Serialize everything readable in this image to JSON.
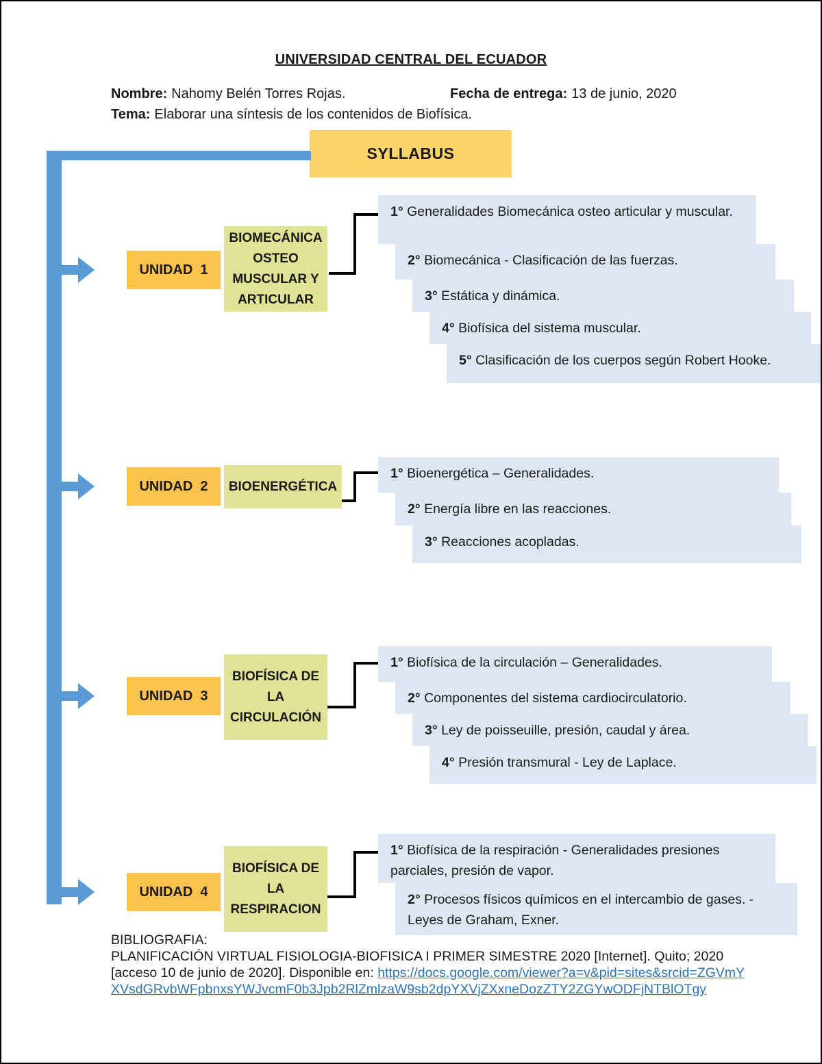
{
  "header": {
    "title": "UNIVERSIDAD CENTRAL DEL ECUADOR",
    "nombre_label": "Nombre:",
    "nombre_value": "Nahomy Belén Torres Rojas.",
    "fecha_label": "Fecha de entrega:",
    "fecha_value": "13 de junio, 2020",
    "tema_label": "Tema:",
    "tema_value": "Elaborar una síntesis de los contenidos de Biofísica."
  },
  "diagram": {
    "root": "SYLLABUS",
    "units": [
      {
        "label": "UNIDAD  1",
        "topic": "BIOMECÁNICA OSTEO MUSCULAR Y ARTICULAR",
        "items": [
          {
            "num": "1°",
            "text": "Generalidades Biomecánica osteo articular y muscular."
          },
          {
            "num": "2°",
            "text": "Biomecánica - Clasificación de las fuerzas."
          },
          {
            "num": "3°",
            "text": "Estática y dinámica."
          },
          {
            "num": "4°",
            "text": "Biofísica del sistema muscular."
          },
          {
            "num": "5°",
            "text": "Clasificación de los cuerpos según Robert Hooke."
          }
        ]
      },
      {
        "label": "UNIDAD  2",
        "topic": "BIOENERGÉTICA",
        "items": [
          {
            "num": "1°",
            "text": "Bioenergética – Generalidades."
          },
          {
            "num": "2°",
            "text": "Energía libre en las reacciones."
          },
          {
            "num": "3°",
            "text": "Reacciones acopladas."
          }
        ]
      },
      {
        "label": "UNIDAD  3",
        "topic": "BIOFÍSICA DE LA CIRCULACIÓN",
        "items": [
          {
            "num": "1°",
            "text": "Biofísica de la circulación – Generalidades."
          },
          {
            "num": "2°",
            "text": "Componentes del sistema cardiocirculatorio."
          },
          {
            "num": "3°",
            "text": "Ley de poisseuille, presión, caudal y área."
          },
          {
            "num": "4°",
            "text": "Presión transmural - Ley de Laplace."
          }
        ]
      },
      {
        "label": "UNIDAD  4",
        "topic": "BIOFÍSICA DE LA RESPIRACION",
        "items": [
          {
            "num": "1°",
            "text": "Biofísica de la respiración - Generalidades presiones parciales, presión de vapor."
          },
          {
            "num": "2°",
            "text": "Procesos físicos químicos en el intercambio de gases. - Leyes de Graham, Exner."
          }
        ]
      }
    ]
  },
  "bibliography": {
    "label": "BIBLIOGRAFIA:",
    "citation": "PLANIFICACIÓN VIRTUAL FISIOLOGIA-BIOFISICA I PRIMER SIMESTRE 2020 [Internet]. Quito; 2020 [acceso 10 de junio de 2020]. Disponible en: ",
    "link_text": "https://docs.google.com/viewer?a=v&pid=sites&srcid=ZGVmYXVsdGRvbWFpbnxsYWJvcmF0b3Jpb2RlZmlzaW9sb2dpYXVjZXxneDozZTY2ZGYwODFjNTBlOTgy"
  },
  "colors": {
    "root_box": "#FBD469",
    "unit_box": "#FBC34C",
    "topic_box": "#E0E295",
    "item_box": "#DCE7F3",
    "connector_blue": "#5B9BD5",
    "bracket": "#000000",
    "link": "#2E74B5"
  }
}
